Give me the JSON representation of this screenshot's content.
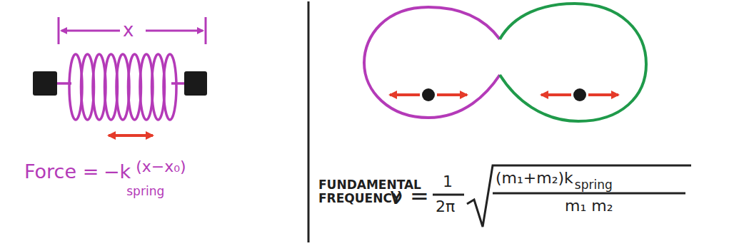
{
  "diagram": {
    "labels": [
      "x",
      "Force =",
      "−k",
      "spring",
      "(x−x₀)",
      "FUNDAMENTAL FREQUENCY",
      "ν =",
      "1",
      "2π",
      "(m₁+m₂)k",
      "spring",
      "m₁ m₂"
    ]
  }
}
